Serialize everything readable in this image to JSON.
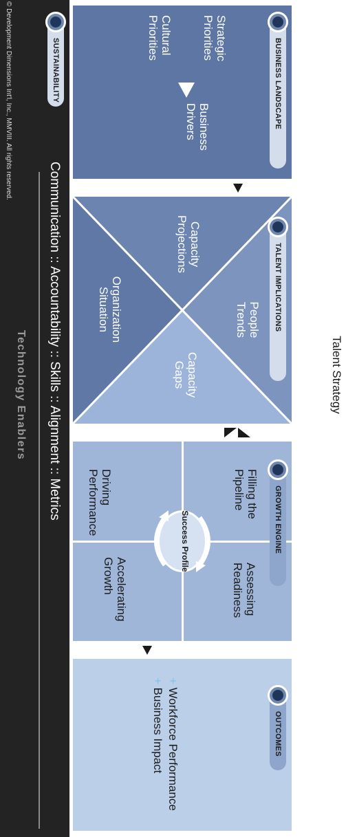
{
  "title": "Talent Strategy",
  "business_landscape": {
    "header": "BUSINESS LANDSCAPE",
    "items": [
      "Strategic Priorities",
      "Cultural Priorities",
      "Business Drivers"
    ]
  },
  "talent_implications": {
    "header": "TALENT IMPLICATIONS",
    "quadrants": [
      "People Trends",
      "Capacity Projections",
      "Capacity Gaps",
      "Organization Situation"
    ]
  },
  "growth_engine": {
    "header": "GROWTH ENGINE",
    "quadrants": [
      "Filling the Pipeline",
      "Assessing Readiness",
      "Driving Performance",
      "Accelerating Growth"
    ],
    "center": "Success Profile"
  },
  "outcomes": {
    "header": "OUTCOMES",
    "items": [
      {
        "bullet": "+",
        "text": "Workforce Performance"
      },
      {
        "bullet": "+",
        "text": "Business Impact"
      }
    ]
  },
  "sustainability": {
    "header": "SUSTAINABILITY",
    "enablers_line": "Communication :: Accountability :: Skills :: Alignment :: Metrics",
    "technology_label": "Technology Enablers"
  },
  "copyright": "© Development Dimensions Int'l, Inc., MMVIII. All rights reserved.",
  "colors": {
    "landscape": "#5d76a3",
    "implications": "#6b84b0",
    "growth": "#9fb6d9",
    "outcomes": "#bccfe8",
    "dark": "#232323",
    "accent": "#7fc3e8"
  }
}
